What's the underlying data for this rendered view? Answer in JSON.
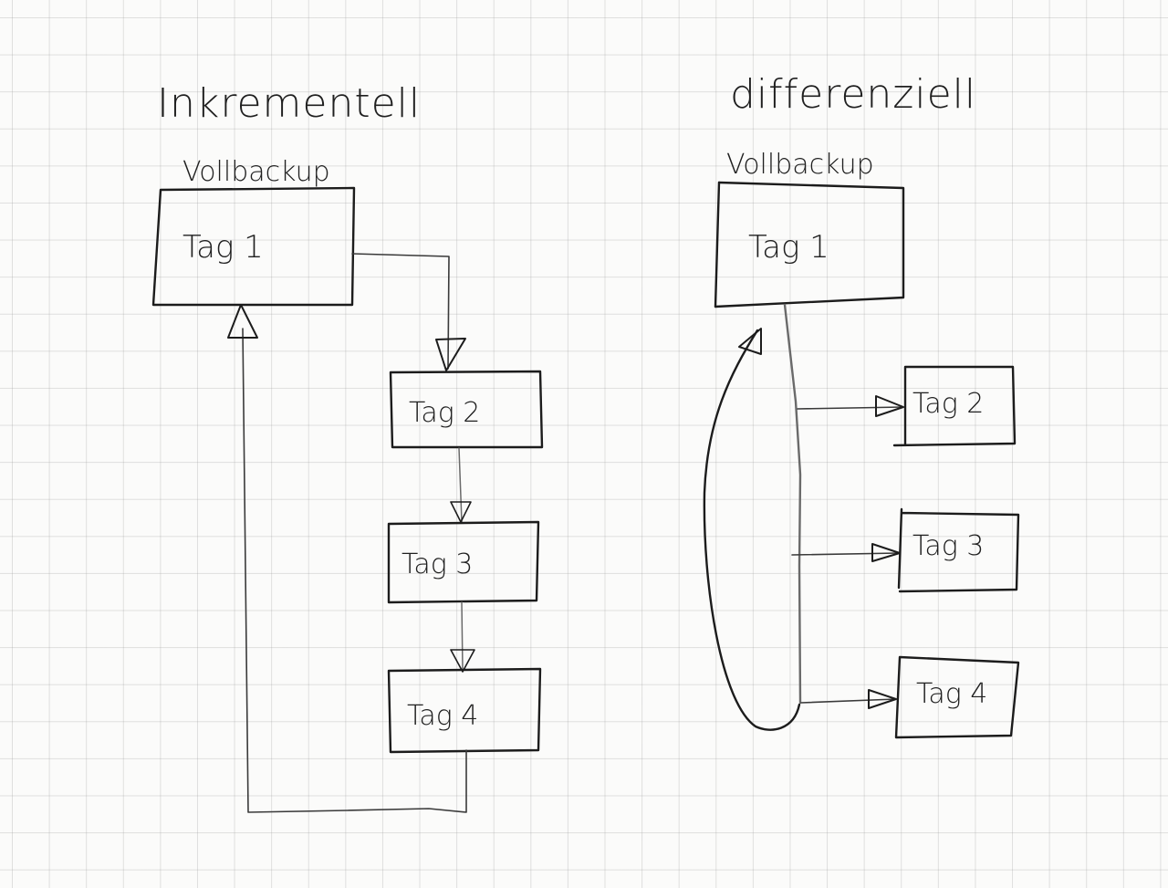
{
  "incremental": {
    "title": "Inkrementell",
    "full_backup_label": "Vollbackup",
    "boxes": [
      "Tag 1",
      "Tag 2",
      "Tag 3",
      "Tag 4"
    ]
  },
  "differential": {
    "title": "differenziell",
    "full_backup_label": "Vollbackup",
    "boxes": [
      "Tag 1",
      "Tag 2",
      "Tag 3",
      "Tag 4"
    ]
  },
  "colors": {
    "ink": "#1c1c1c",
    "paper": "#fbfbfa",
    "grid": "#969696"
  }
}
